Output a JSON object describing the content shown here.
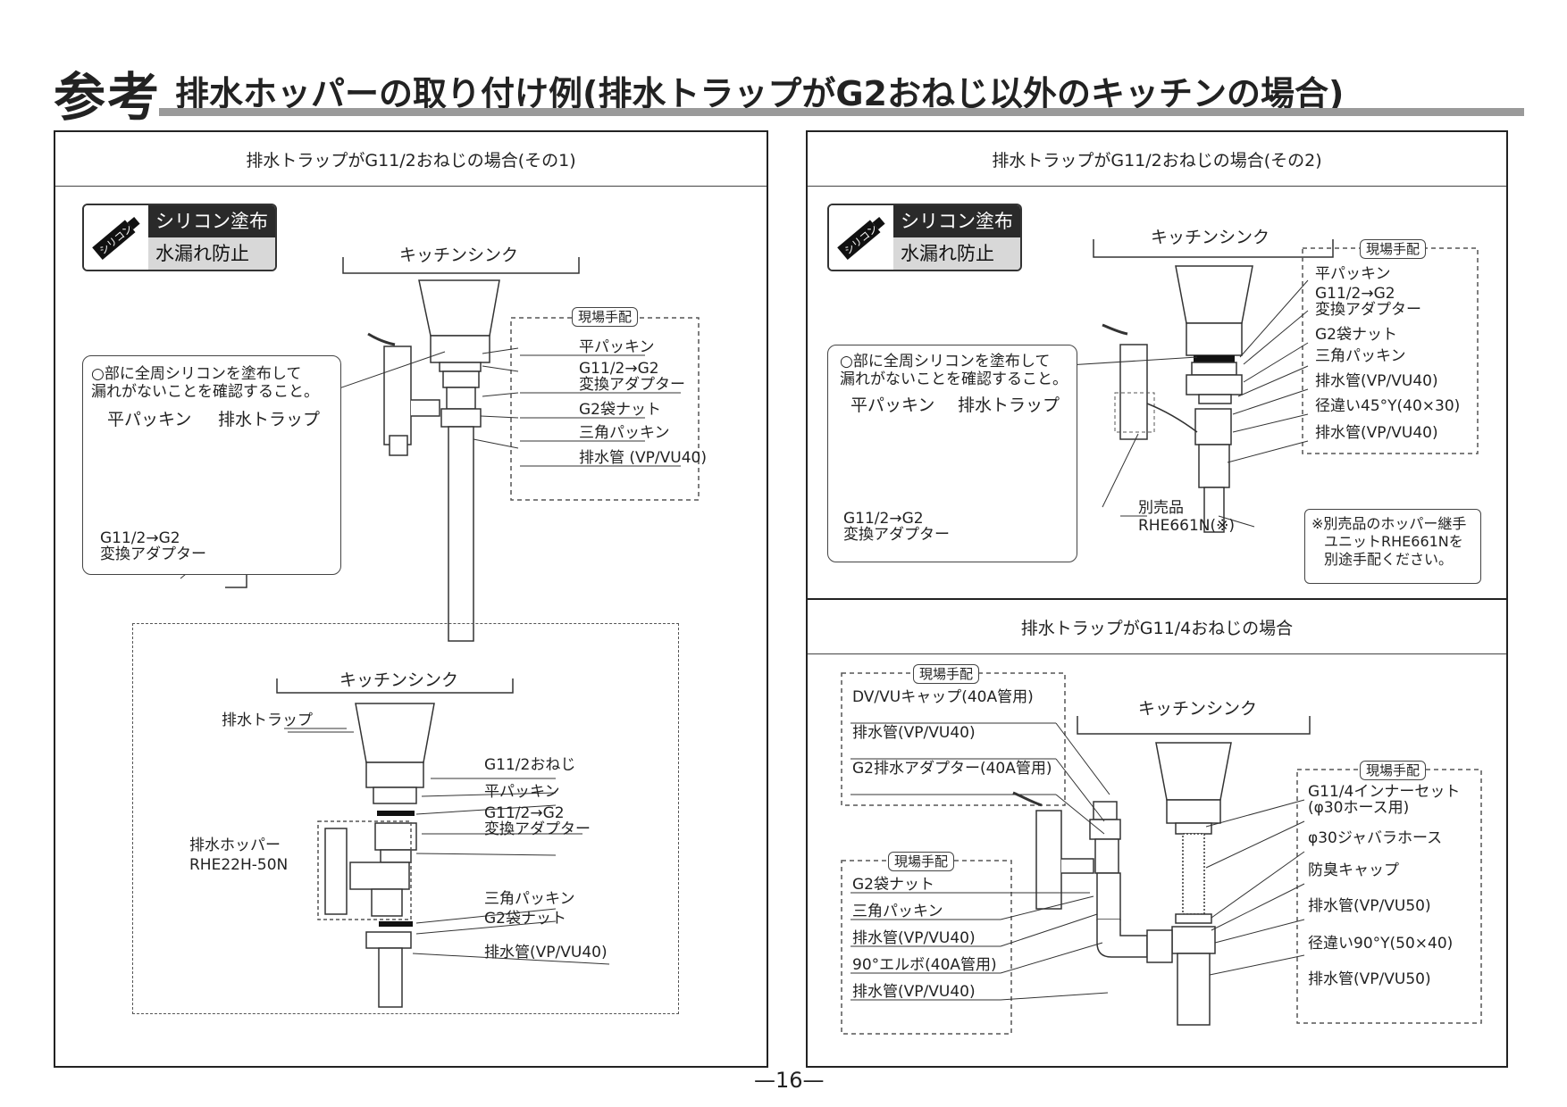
{
  "header": {
    "main": "参考",
    "sub": "排水ホッパーの取り付け例(排水トラップがG2おねじ以外のキッチンの場合)"
  },
  "badge": {
    "icon_text": "シリコン",
    "line1": "シリコン塗布",
    "line2": "水漏れ防止"
  },
  "common": {
    "sink": "キッチンシンク",
    "field": "現場手配",
    "flat_packing": "平パッキン",
    "drain_trap": "排水トラップ",
    "silicon": "シリコン",
    "adapter_line1": "G11/2→G2",
    "adapter_line2": "変換アダプター",
    "note_line1": "○部に全周シリコンを塗布して",
    "note_line2": "漏れがないことを確認すること。"
  },
  "panel1": {
    "title": "排水トラップがG11/2おねじの場合(その1)",
    "labels": {
      "flat": "平パッキン",
      "adapter1": "G11/2→G2",
      "adapter2": "変換アダプター",
      "nut": "G2袋ナット",
      "tri": "三角パッキン",
      "pipe": "排水管 (VP/VU40)"
    },
    "exploded": {
      "trap": "排水トラップ",
      "thread": "G11/2おねじ",
      "flat": "平パッキン",
      "adapter1": "G11/2→G2",
      "adapter2": "変換アダプター",
      "hopper1": "排水ホッパー",
      "hopper2": "RHE22H-50N",
      "tri": "三角パッキン",
      "nut": "G2袋ナット",
      "pipe": "排水管(VP/VU40)"
    }
  },
  "panel2": {
    "title": "排水トラップがG11/2おねじの場合(その2)",
    "labels": {
      "flat": "平パッキン",
      "adapter1": "G11/2→G2",
      "adapter2": "変換アダプター",
      "nut": "G2袋ナット",
      "tri": "三角パッキン",
      "pipe1": "排水管(VP/VU40)",
      "reducer": "径違い45°Y(40×30)",
      "pipe2": "排水管(VP/VU40)"
    },
    "separate1": "別売品",
    "separate2": "RHE661N(※)",
    "note1": "※別売品のホッパー継手",
    "note2": "ユニットRHE661Nを",
    "note3": "別途手配ください。"
  },
  "panel3": {
    "title": "排水トラップがG11/4おねじの場合",
    "left_top": {
      "cap": "DV/VUキャップ(40A管用)",
      "pipe": "排水管(VP/VU40)",
      "adapter": "G2排水アダプター(40A管用)"
    },
    "left_bottom": {
      "nut": "G2袋ナット",
      "tri": "三角パッキン",
      "pipe1": "排水管(VP/VU40)",
      "elbow": "90°エルボ(40A管用)",
      "pipe2": "排水管(VP/VU40)"
    },
    "right": {
      "inner1": "G11/4インナーセット",
      "inner2": "(φ30ホース用)",
      "hose": "φ30ジャバラホース",
      "cap": "防臭キャップ",
      "pipe1": "排水管(VP/VU50)",
      "reducer": "径違い90°Y(50×40)",
      "pipe2": "排水管(VP/VU50)"
    }
  },
  "page": {
    "number": "—16—"
  }
}
